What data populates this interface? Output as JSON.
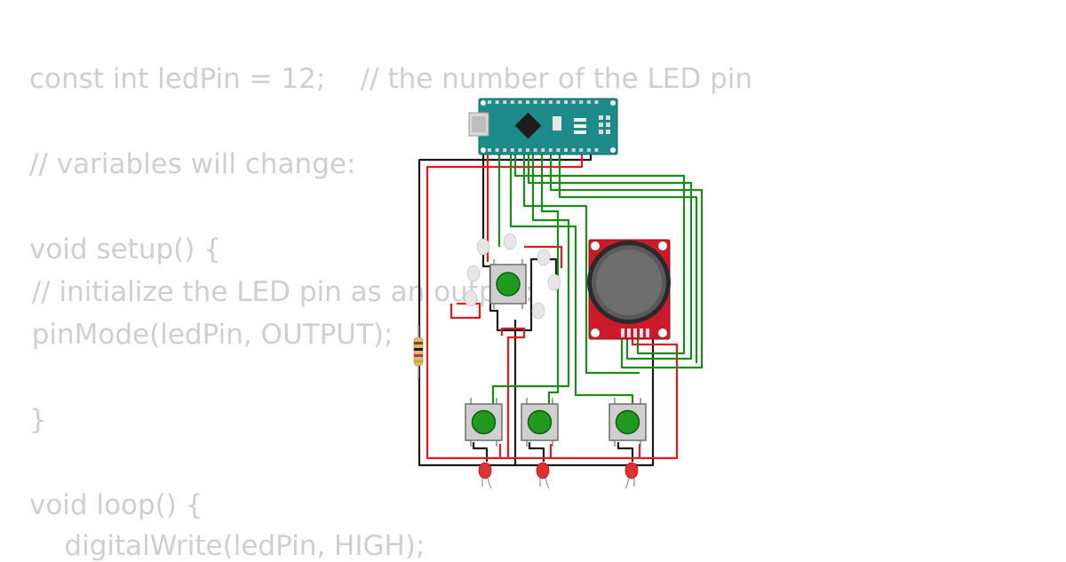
{
  "code": {
    "lines": [
      "const int ledPin = 12;    // the number of the LED pin",
      "",
      "// variables will change:",
      "",
      "void setup() {",
      "  // initialize the LED pin as an output:",
      "  pinMode(ledPin, OUTPUT);",
      "",
      "}",
      "",
      "void loop() {",
      "    digitalWrite(ledPin, HIGH);"
    ]
  },
  "circuit": {
    "board": {
      "label": "Arduino Nano"
    },
    "joystick": {
      "label": "Analog Joystick"
    },
    "colors": {
      "wire_red": "#e8191b",
      "wire_black": "#1a1a1a",
      "wire_green": "#1a8c1a",
      "board": "#1e8b8b",
      "joystick_pcb": "#cc1a2b",
      "button_cap": "#1f9a1f",
      "led": "#e03030"
    }
  }
}
